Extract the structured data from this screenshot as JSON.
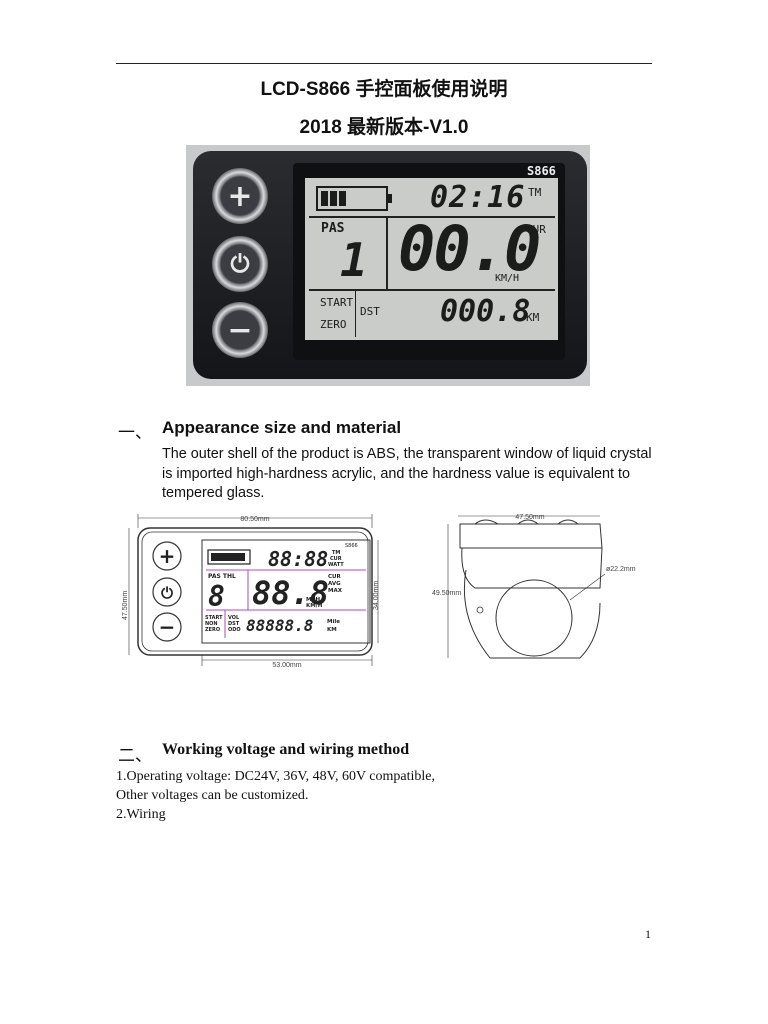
{
  "header": {
    "title": "LCD-S866 手控面板使用说明",
    "subtitle": "2018 最新版本-V1.0"
  },
  "device_photo": {
    "model_label": "S866",
    "clock": "02:16",
    "clock_unit": "TM",
    "pas_label": "PAS",
    "pas_value": "1",
    "speed": "00.0",
    "speed_mode": "CUR",
    "speed_unit": "KM/H",
    "start_label": "START",
    "zero_label": "ZERO",
    "dst_label": "DST",
    "distance": "000.8",
    "distance_unit": "KM",
    "buttons": [
      "+",
      "⏻",
      "−"
    ]
  },
  "section1": {
    "number": "一、",
    "heading": "Appearance size and material",
    "body": "The outer shell of the product is ABS, the transparent window of liquid crystal is imported high-hardness acrylic, and the hardness value is equivalent to tempered glass."
  },
  "front_drawing": {
    "width_dim": "80.50mm",
    "height_dim": "47.50mm",
    "screen_height_dim": "34.00mm",
    "screen_width_dim": "53.00mm",
    "model_label": "S866",
    "clock": "88:88",
    "modes_top": [
      "TM",
      "CUR",
      "WATT"
    ],
    "pas_thl": "PAS THL",
    "pas_digit": "8",
    "speed_digits": "88.8",
    "modes_mid": [
      "CUR",
      "AVG",
      "MAX"
    ],
    "speed_units": [
      "MPH",
      "KM/H"
    ],
    "left_labels": [
      "START",
      "NON",
      "ZERO"
    ],
    "mid_labels": [
      "VOL",
      "DST",
      "ODO"
    ],
    "odo_digits": "88888.8",
    "odo_units": [
      "Mile",
      "KM"
    ],
    "buttons": [
      "+",
      "⏻",
      "−"
    ]
  },
  "side_drawing": {
    "width_dim": "47.50mm",
    "height_dim": "49.50mm",
    "clamp_dim": "ø22.2mm"
  },
  "section2": {
    "number": "二、",
    "heading": "Working voltage and wiring method",
    "line1": "1.Operating voltage: DC24V, 36V, 48V, 60V compatible,",
    "line2": "Other voltages can be customized.",
    "line3": "2.Wiring"
  },
  "footer": {
    "page_number": "1"
  }
}
